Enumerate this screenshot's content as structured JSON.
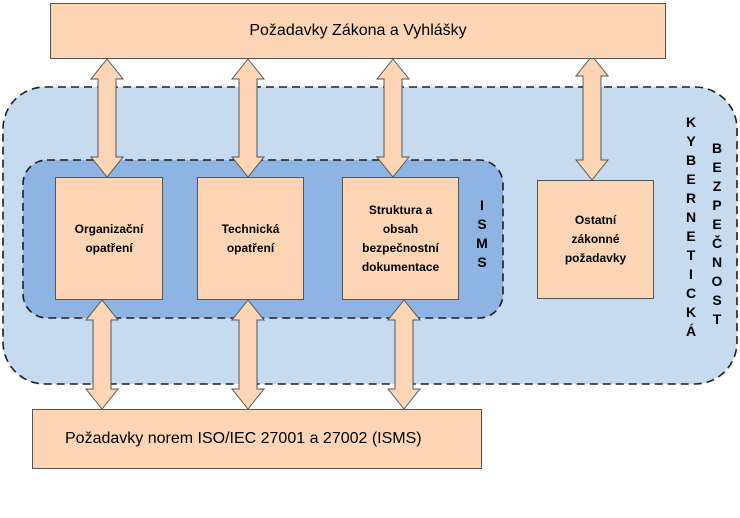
{
  "top_box": {
    "label": "Požadavky Zákona a Vyhlášky"
  },
  "bottom_box": {
    "label": "Požadavky norem ISO/IEC 27001 a 27002 (ISMS)"
  },
  "measures": [
    {
      "label_lines": [
        "Organizační",
        "opatření"
      ]
    },
    {
      "label_lines": [
        "Technická",
        "opatření"
      ]
    },
    {
      "label_lines": [
        "Struktura a",
        "obsah",
        "bezpečnostní",
        "dokumentace"
      ]
    }
  ],
  "other_box": {
    "label_lines": [
      "Ostatní",
      "zákonné",
      "požadavky"
    ]
  },
  "isms_label": "ISMS",
  "outer_label_left": "KYBERNETICKÁ",
  "outer_label_right": "BEZPEČNOST",
  "colors": {
    "outer_fill": "#c6daf0",
    "inner_fill": "#8db4e2",
    "box_fill": "#fcd5b5",
    "arrow_fill": "#fcd5b5",
    "border": "#1f1f1f"
  }
}
